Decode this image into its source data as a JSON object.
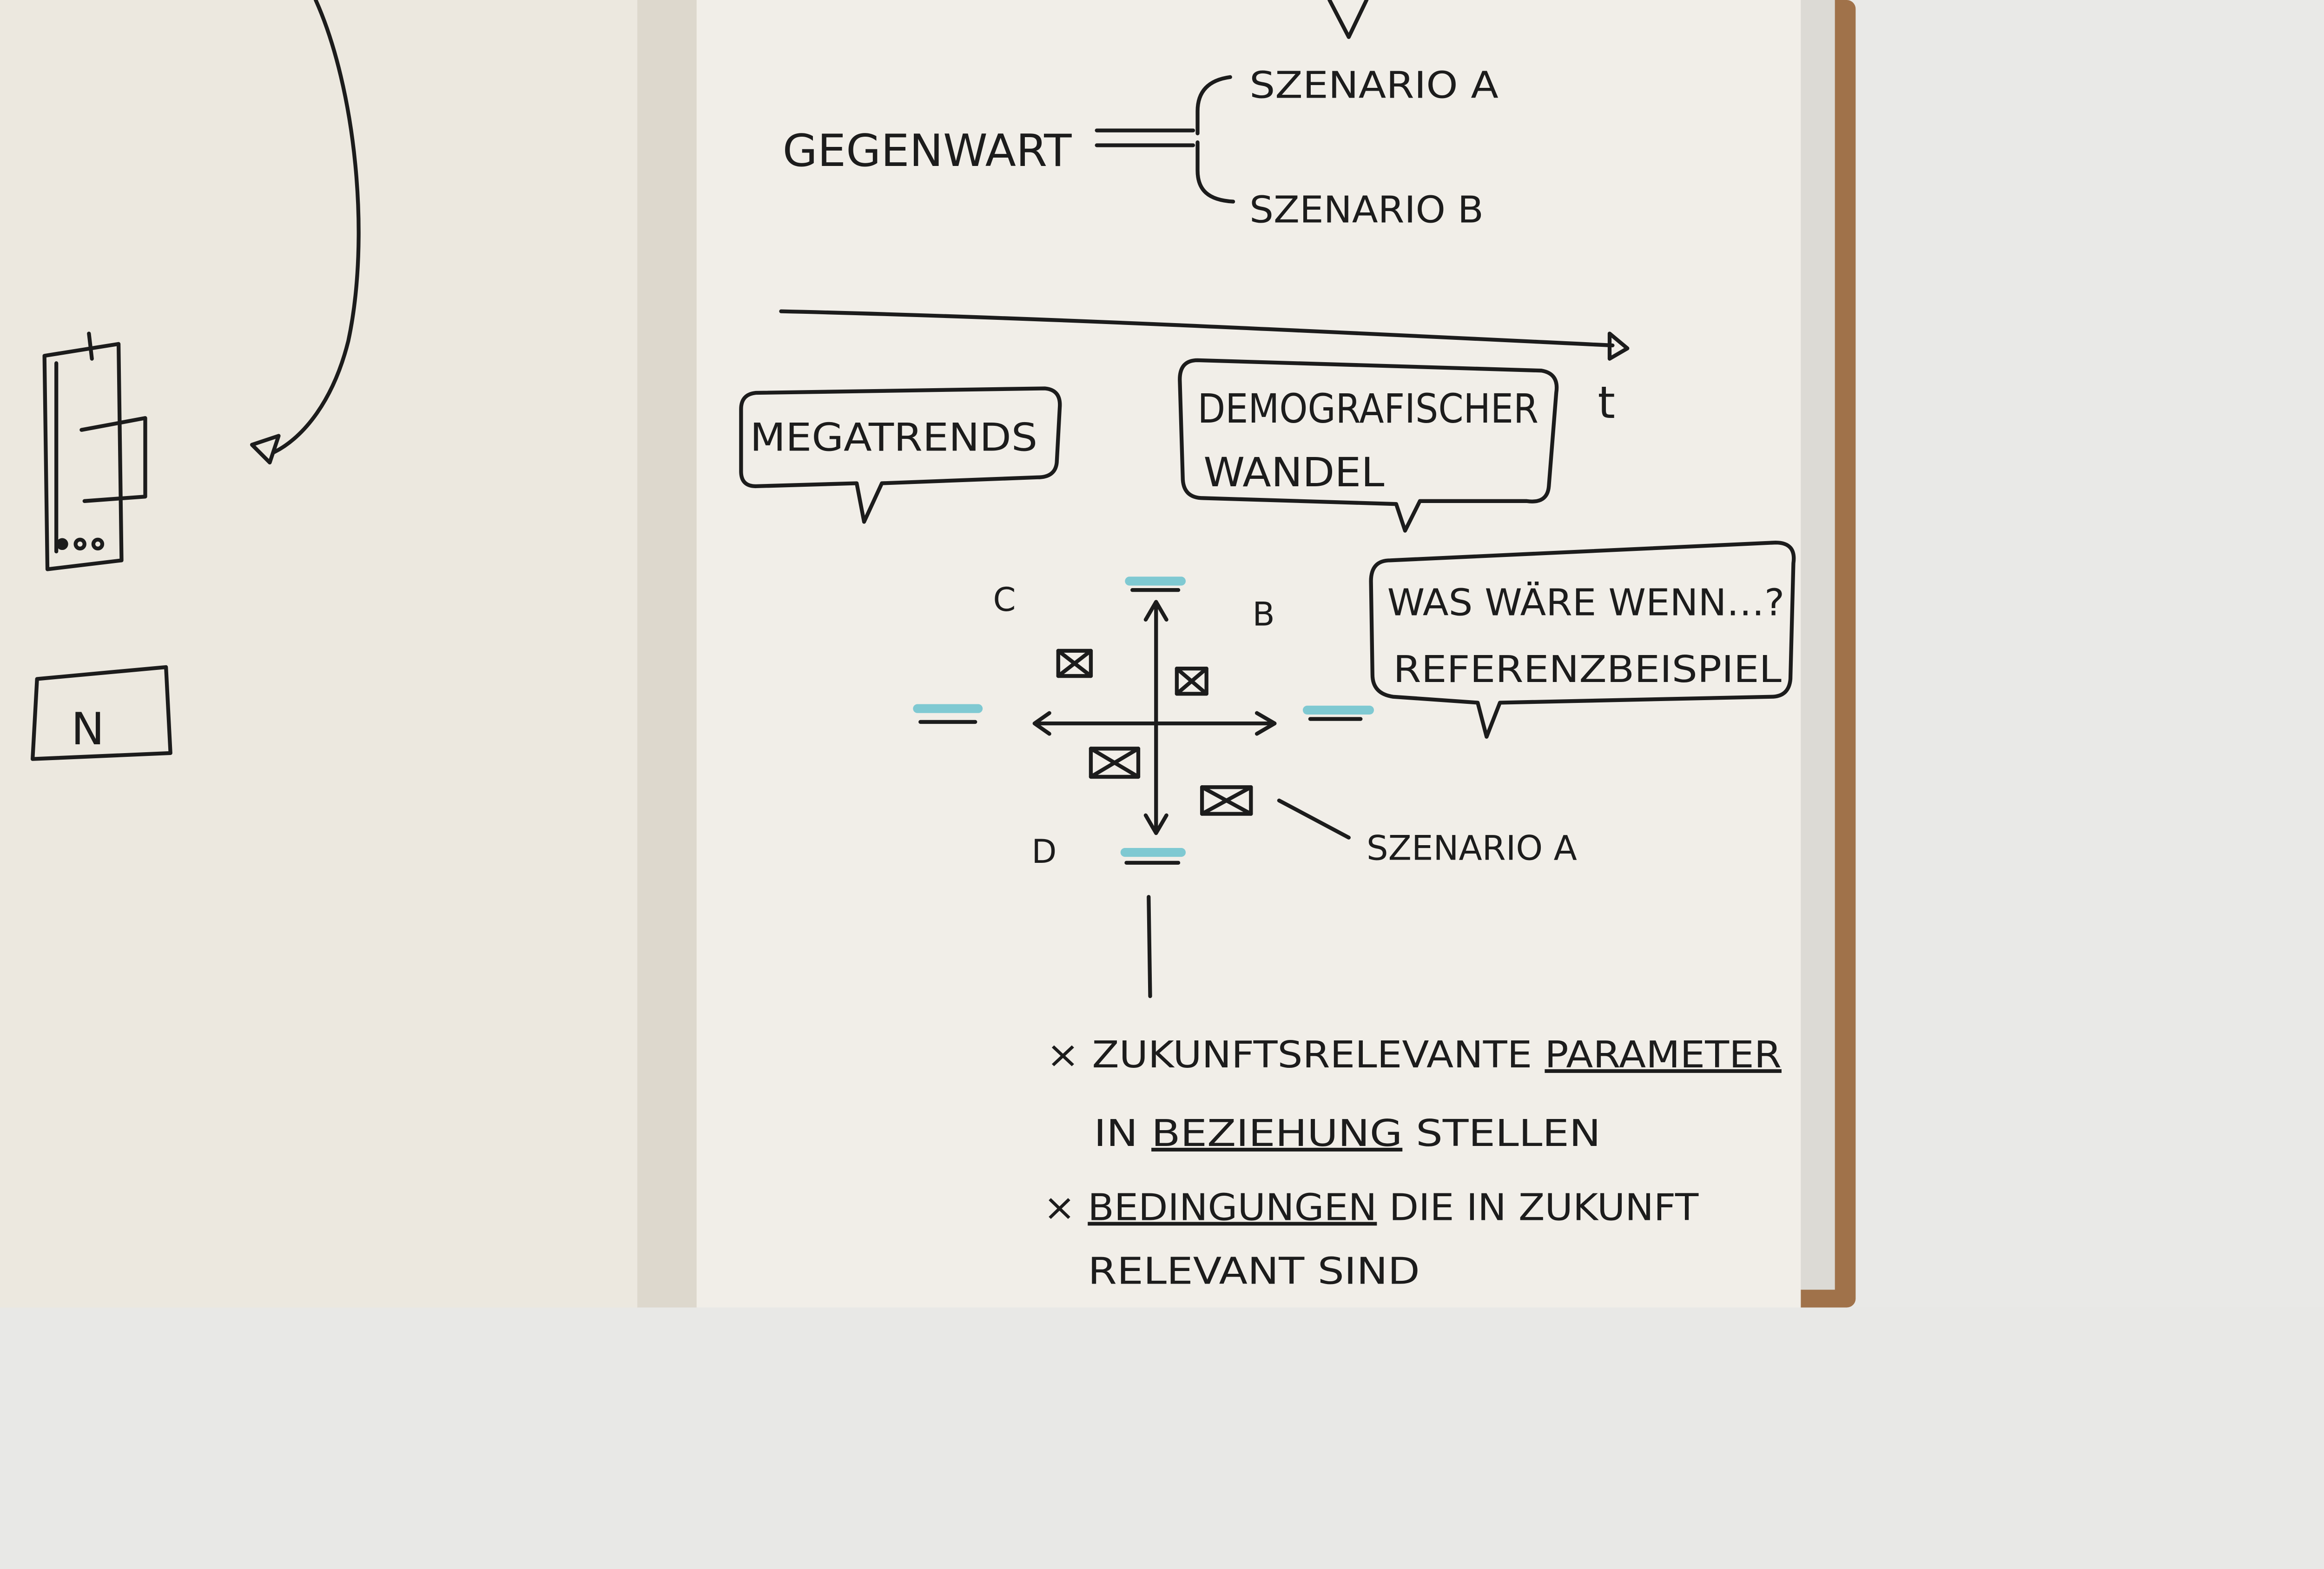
{
  "colors": {
    "paper": "#f0ede6",
    "left_page": "#ece8df",
    "cover": "#a0724a",
    "table": "#e8e8e6",
    "ink": "#1c1c1c",
    "highlight": "#6cc3cf"
  },
  "left_page": {
    "box_label": "N"
  },
  "top": {
    "present": "GEGENWART",
    "scenario_a": "SZENARIO A",
    "scenario_b": "SZENARIO B"
  },
  "timeline": {
    "axis_label": "t"
  },
  "bubbles": {
    "megatrends": "MEGATRENDS",
    "demografisch_1": "DEMOGRAFISCHER",
    "demografisch_2": "WANDEL",
    "what_if_1": "WAS WÄRE WENN…?",
    "what_if_2": "REFERENZBEISPIEL"
  },
  "matrix": {
    "quadrant_c": "C",
    "quadrant_b": "B",
    "quadrant_d": "D",
    "pointer_label": "SZENARIO A"
  },
  "notes": {
    "line1_prefix": "× ZUKUNFTSRELEVANTE ",
    "line1_underlined": "PARAMETER",
    "line2_prefix": "IN ",
    "line2_underlined": "BEZIEHUNG",
    "line2_suffix": " STELLEN",
    "line3_prefix": "× ",
    "line3_underlined": "BEDINGUNGEN",
    "line3_suffix": " DIE IN ZUKUNFT",
    "line4": "RELEVANT SIND"
  }
}
